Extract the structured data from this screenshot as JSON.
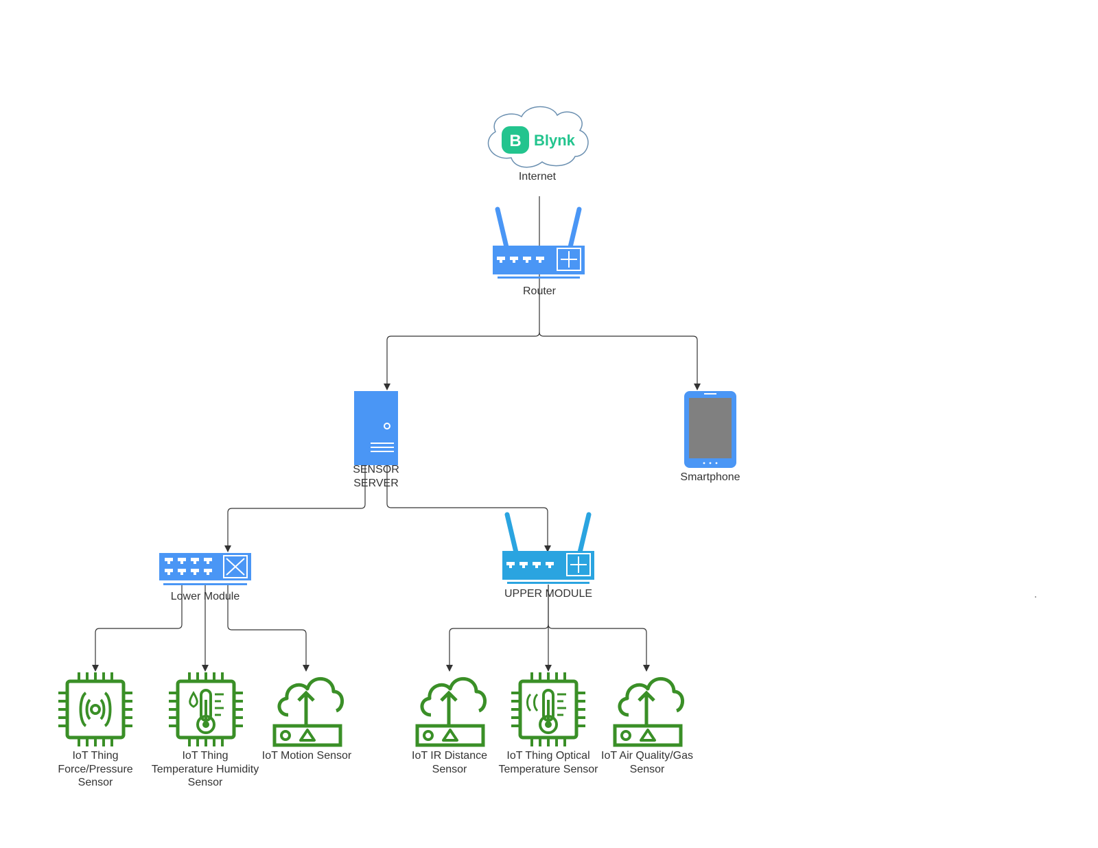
{
  "colors": {
    "network_blue": "#4a96f5",
    "network_blue_dark": "#2f7fe0",
    "upper_module_blue": "#2aa4e0",
    "iot_green": "#3a8f27",
    "blynk_green": "#23c48e",
    "connector": "#333333",
    "screen_gray": "#808080"
  },
  "nodes": {
    "cloud": {
      "brand": "Blynk",
      "brand_initial": "B",
      "label": "Internet",
      "icon": "cloud-icon"
    },
    "router": {
      "label": "Router",
      "icon": "wireless-router-icon"
    },
    "server": {
      "label": "SENSOR\nSERVER",
      "icon": "server-icon"
    },
    "smartphone": {
      "label": "Smartphone",
      "icon": "smartphone-icon"
    },
    "lower_module": {
      "label": "Lower Module",
      "icon": "network-switch-icon"
    },
    "upper_module": {
      "label": "UPPER MODULE",
      "icon": "wireless-router-icon"
    },
    "sensors": [
      {
        "label": "IoT Thing\nForce/Pressure\nSensor",
        "icon": "iot-chip-force-icon"
      },
      {
        "label": "IoT Thing\nTemperature Humidity\nSensor",
        "icon": "iot-chip-thermometer-icon"
      },
      {
        "label": "IoT Motion Sensor",
        "icon": "iot-cloud-device-icon"
      },
      {
        "label": "IoT IR Distance\nSensor",
        "icon": "iot-cloud-device-icon"
      },
      {
        "label": "IoT Thing Optical\nTemperature Sensor",
        "icon": "iot-chip-thermometer-icon"
      },
      {
        "label": "IoT Air Quality/Gas\nSensor",
        "icon": "iot-cloud-device-icon"
      }
    ]
  },
  "edges": [
    {
      "from": "Internet",
      "to": "Router"
    },
    {
      "from": "Router",
      "to": "SENSOR SERVER"
    },
    {
      "from": "Router",
      "to": "Smartphone"
    },
    {
      "from": "SENSOR SERVER",
      "to": "Lower Module"
    },
    {
      "from": "SENSOR SERVER",
      "to": "UPPER MODULE"
    },
    {
      "from": "Lower Module",
      "to": "IoT Thing Force/Pressure Sensor"
    },
    {
      "from": "Lower Module",
      "to": "IoT Thing Temperature Humidity Sensor"
    },
    {
      "from": "Lower Module",
      "to": "IoT Motion Sensor"
    },
    {
      "from": "UPPER MODULE",
      "to": "IoT IR Distance Sensor"
    },
    {
      "from": "UPPER MODULE",
      "to": "IoT Thing Optical Temperature Sensor"
    },
    {
      "from": "UPPER MODULE",
      "to": "IoT Air Quality/Gas Sensor"
    }
  ]
}
